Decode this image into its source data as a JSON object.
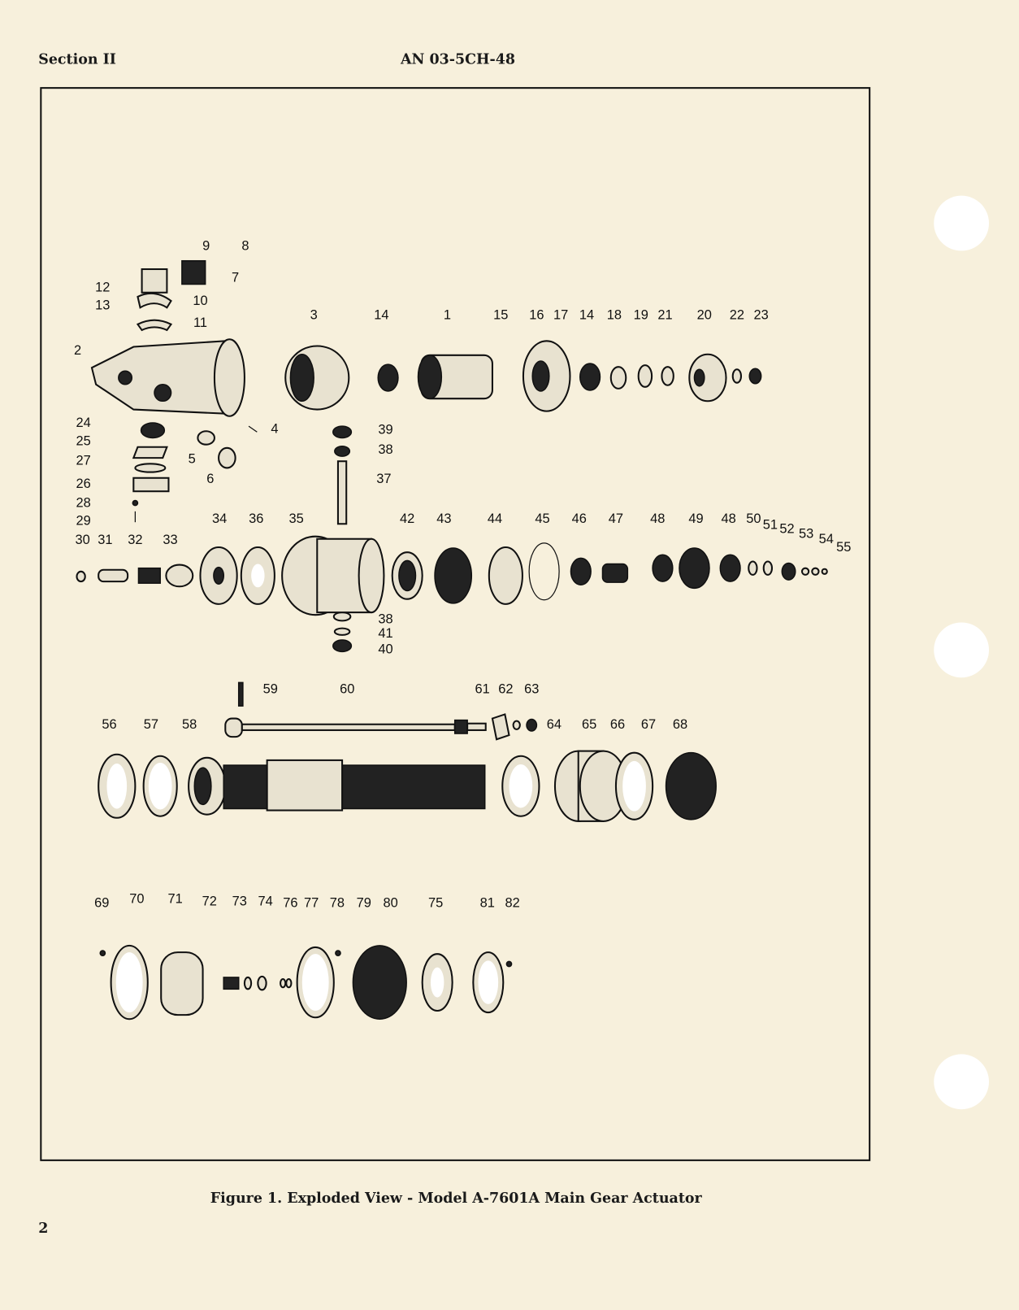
{
  "header": {
    "section": "Section II",
    "doc_number": "AN 03-5CH-48"
  },
  "caption": "Figure 1.  Exploded View - Model A-7601A Main Gear Actuator",
  "page_number": "2",
  "labels": [
    "9",
    "8",
    "7",
    "12",
    "13",
    "10",
    "11",
    "3",
    "14",
    "1",
    "15",
    "16",
    "17",
    "14",
    "18",
    "19",
    "21",
    "20",
    "22",
    "23",
    "2",
    "4",
    "39",
    "38",
    "37",
    "24",
    "25",
    "27",
    "5",
    "6",
    "26",
    "28",
    "29",
    "34",
    "36",
    "35",
    "42",
    "43",
    "44",
    "45",
    "46",
    "47",
    "48",
    "49",
    "48",
    "50",
    "51",
    "52",
    "53",
    "54",
    "55",
    "30",
    "31",
    "32",
    "33",
    "38",
    "41",
    "40",
    "59",
    "60",
    "61",
    "62",
    "63",
    "56",
    "57",
    "58",
    "64",
    "65",
    "66",
    "67",
    "68",
    "69",
    "70",
    "71",
    "72",
    "73",
    "74",
    "76",
    "77",
    "78",
    "79",
    "80",
    "75",
    "81",
    "82"
  ]
}
